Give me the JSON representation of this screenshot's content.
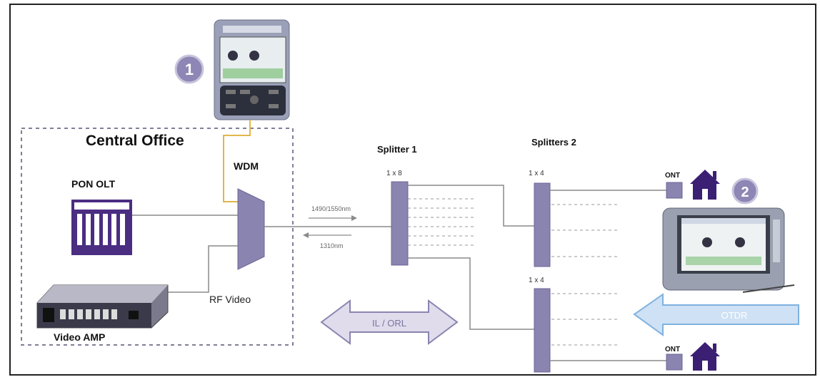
{
  "diagram": {
    "central_office": "Central Office",
    "pon_olt": "PON OLT",
    "wdm": "WDM",
    "rf_video": "RF Video",
    "video_amp": "Video AMP",
    "splitter1_title": "Splitter 1",
    "splitter1_ratio": "1 x 8",
    "splitters2_title": "Splitters 2",
    "splitter2a_ratio": "1 x 4",
    "splitter2b_ratio": "1 x 4",
    "downstream_wavelength": "1490/1550nm",
    "upstream_wavelength": "1310nm",
    "il_orl": "IL / ORL",
    "otdr": "OTDR",
    "ont_top": "ONT",
    "ont_bottom": "ONT",
    "callout_1": "1",
    "callout_2": "2"
  },
  "colors": {
    "border": "#222222",
    "fiber": "#8a8a8a",
    "component": "#8a84b0",
    "component_dark": "#6c6496",
    "olt": "#4b2d82",
    "wdm_link": "#e2b64a",
    "house": "#3b1f73",
    "il_orl_arrow": "#e0dcec",
    "otdr_arrow": "#cfe1f4",
    "otdr_outline": "#7fb2e0"
  }
}
